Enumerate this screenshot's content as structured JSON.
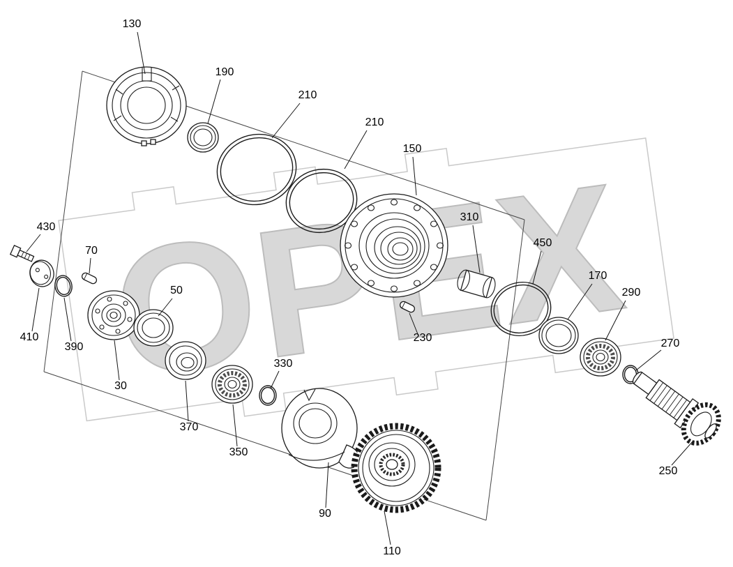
{
  "watermark": {
    "text": "OPEX"
  },
  "labels": [
    {
      "text": "130"
    },
    {
      "text": "190"
    },
    {
      "text": "210"
    },
    {
      "text": "210"
    },
    {
      "text": "150"
    },
    {
      "text": "310"
    },
    {
      "text": "450"
    },
    {
      "text": "170"
    },
    {
      "text": "290"
    },
    {
      "text": "270"
    },
    {
      "text": "250"
    },
    {
      "text": "110"
    },
    {
      "text": "90"
    },
    {
      "text": "330"
    },
    {
      "text": "350"
    },
    {
      "text": "370"
    },
    {
      "text": "30"
    },
    {
      "text": "50"
    },
    {
      "text": "390"
    },
    {
      "text": "410"
    },
    {
      "text": "430"
    },
    {
      "text": "70"
    },
    {
      "text": "230"
    }
  ]
}
